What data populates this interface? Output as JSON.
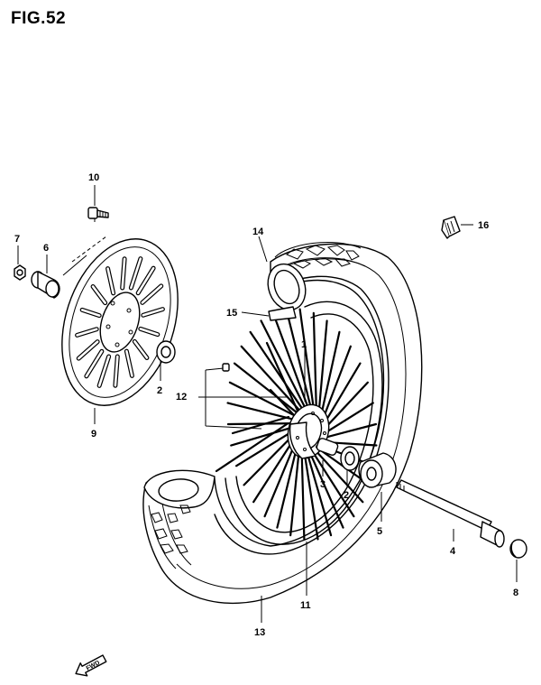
{
  "figure": {
    "title": "FIG.52",
    "callouts": [
      {
        "id": "c10",
        "label": "10"
      },
      {
        "id": "c7",
        "label": "7"
      },
      {
        "id": "c6",
        "label": "6"
      },
      {
        "id": "c2a",
        "label": "2"
      },
      {
        "id": "c9",
        "label": "9"
      },
      {
        "id": "c14",
        "label": "14"
      },
      {
        "id": "c15",
        "label": "15"
      },
      {
        "id": "c12",
        "label": "12"
      },
      {
        "id": "c1",
        "label": "1"
      },
      {
        "id": "c3",
        "label": "3"
      },
      {
        "id": "c2b",
        "label": "2"
      },
      {
        "id": "c5",
        "label": "5"
      },
      {
        "id": "c4",
        "label": "4"
      },
      {
        "id": "c8",
        "label": "8"
      },
      {
        "id": "c11",
        "label": "11"
      },
      {
        "id": "c13",
        "label": "13"
      },
      {
        "id": "c16",
        "label": "16"
      }
    ],
    "direction_arrow": "FWD"
  }
}
